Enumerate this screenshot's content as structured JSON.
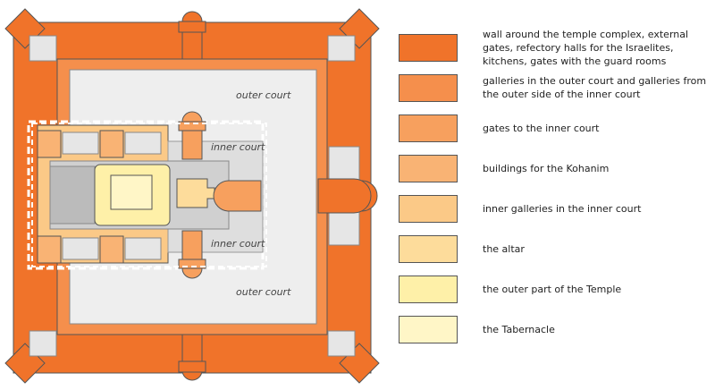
{
  "plan": {
    "labels": {
      "outer_court_top": "outer court",
      "inner_court_top": "inner court",
      "inner_court_bottom": "inner court",
      "outer_court_bottom": "outer court"
    }
  },
  "colors": {
    "wall": "#f0732a",
    "galleries": "#f58f4c",
    "gates": "#f7a05e",
    "kohanim": "#f9b374",
    "inner_galleries": "#fbc987",
    "altar": "#fddc9b",
    "outer_temple": "#fef0a8",
    "tabernacle": "#fff6c7",
    "court": "#eeeeee",
    "inner_court": "#dedede",
    "outline": "#555555"
  },
  "legend": [
    {
      "text": "wall around the temple complex, external gates, refectory halls for the Israelites, kitchens, gates with the guard rooms",
      "color": "#f0732a"
    },
    {
      "text": "galleries in the outer court and galleries from the outer side of the inner court",
      "color": "#f58f4c"
    },
    {
      "text": "gates to the inner court",
      "color": "#f7a05e"
    },
    {
      "text": "buildings for the Kohanim",
      "color": "#f9b374"
    },
    {
      "text": "inner galleries in the inner court",
      "color": "#fbc987"
    },
    {
      "text": "the altar",
      "color": "#fddc9b"
    },
    {
      "text": "the outer part of the Temple",
      "color": "#fef0a8"
    },
    {
      "text": "the Tabernacle",
      "color": "#fff6c7"
    }
  ]
}
